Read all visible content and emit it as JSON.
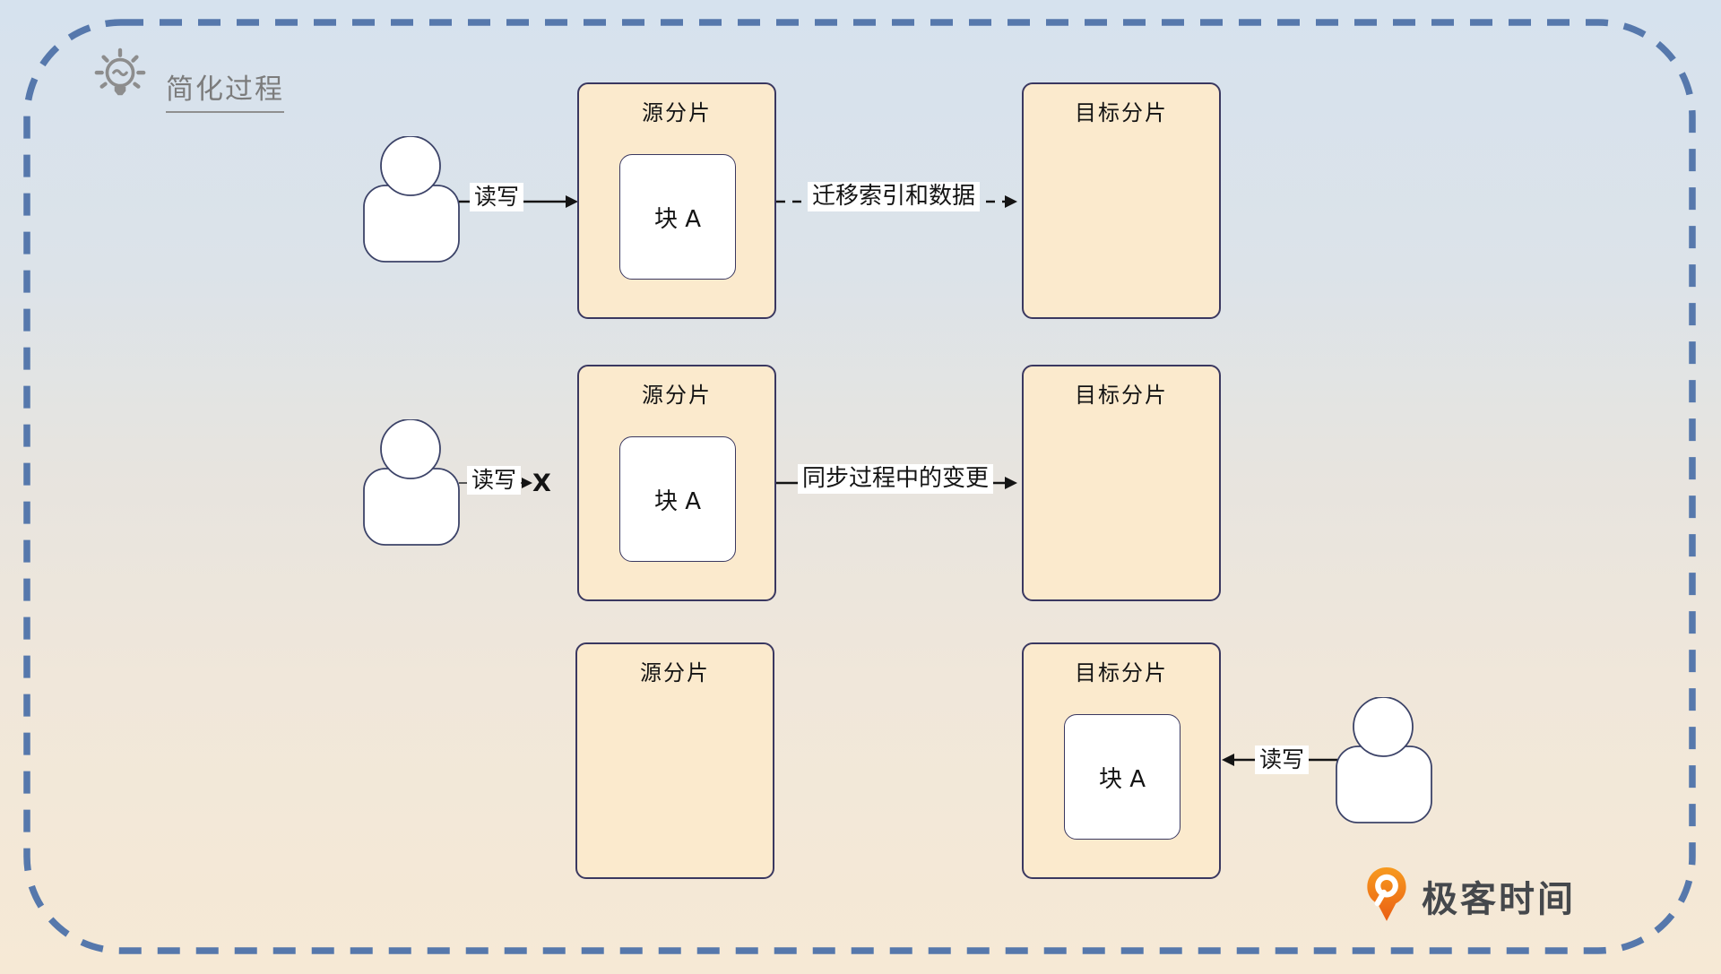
{
  "header": {
    "title": "简化过程",
    "icon": "lightbulb-icon"
  },
  "rows": [
    {
      "read_write_label": "读写",
      "source": {
        "title": "源分片",
        "block": "块 A"
      },
      "arrow_label": "迁移索引和数据",
      "target": {
        "title": "目标分片"
      }
    },
    {
      "read_write_label": "读写",
      "blocked_mark": "X",
      "source": {
        "title": "源分片",
        "block": "块 A"
      },
      "arrow_label": "同步过程中的变更",
      "target": {
        "title": "目标分片"
      }
    },
    {
      "source": {
        "title": "源分片"
      },
      "target": {
        "title": "目标分片",
        "block": "块 A"
      },
      "read_write_label": "读写"
    }
  ],
  "logo": {
    "text": "极客时间",
    "icon": "geektime-pin-icon"
  },
  "colors": {
    "bg_top": "#D6E2EE",
    "bg_bottom": "#F6E9D5",
    "dash_border": "#5678AC",
    "shard_fill": "#FBEACD",
    "shard_border": "#3A3860",
    "person_stroke": "#3C4368",
    "line_color": "#141414",
    "label_bg": "#FFFFFF",
    "title_gray": "#7C7C7C",
    "logo_orange": "#EE7214",
    "logo_text": "#45484C"
  }
}
